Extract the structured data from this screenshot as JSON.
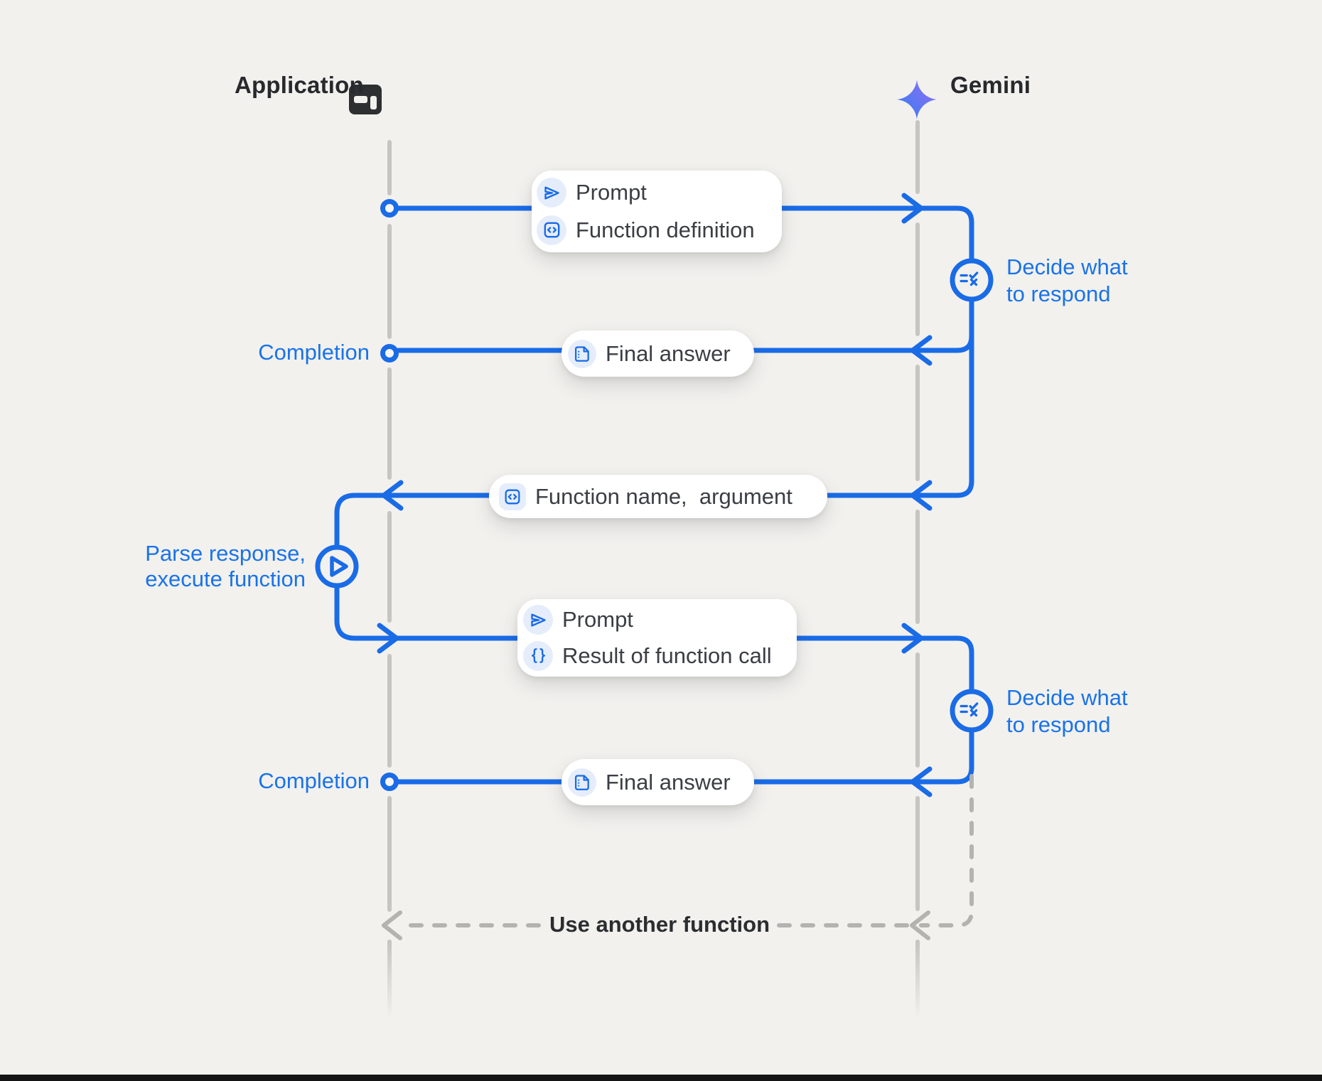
{
  "header": {
    "application_label": "Application",
    "gemini_label": "Gemini"
  },
  "boxes": {
    "prompt_function_definition": {
      "rows": [
        {
          "icon": "send-icon",
          "label": "Prompt"
        },
        {
          "icon": "code-box-icon",
          "label": "Function definition"
        }
      ]
    },
    "final_answer_1": {
      "icon": "summarize-icon",
      "label": "Final answer"
    },
    "function_name_argument": {
      "icon": "code-box-icon",
      "label": "Function name,  argument"
    },
    "prompt_result": {
      "rows": [
        {
          "icon": "send-icon",
          "label": "Prompt"
        },
        {
          "icon": "braces-icon",
          "label": "Result of function call"
        }
      ]
    },
    "final_answer_2": {
      "icon": "summarize-icon",
      "label": "Final answer"
    }
  },
  "annotations": {
    "decide_1": "Decide what\nto respond",
    "decide_2": "Decide what\nto respond",
    "completion_1": "Completion",
    "completion_2": "Completion",
    "parse_execute": "Parse response,\nexecute function",
    "use_another_function": "Use another function"
  },
  "colors": {
    "background": "#f2f1ee",
    "accent_blue": "#1a6be6",
    "label_blue": "#1a73e8",
    "chip_blue": "#e5edfb",
    "lifeline_gray": "#c6c5c2",
    "dashed_gray": "#b4b3af",
    "text_dark": "#3b3e43",
    "gemini_gradient_start": "#3a7bf5",
    "gemini_gradient_end": "#8e71f0"
  }
}
